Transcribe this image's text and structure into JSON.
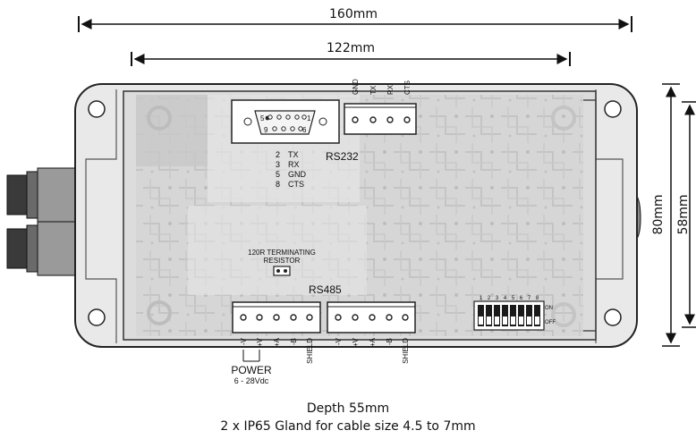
{
  "dimensions": {
    "top_width": "160mm",
    "inner_width": "122mm",
    "right_height": "80mm",
    "inner_height": "58mm"
  },
  "rs232": {
    "title": "RS232",
    "pins_header": [
      "GND",
      "TX",
      "RX",
      "CTS"
    ],
    "pinmap": [
      {
        "num": "2",
        "sig": "TX"
      },
      {
        "num": "3",
        "sig": "RX"
      },
      {
        "num": "5",
        "sig": "GND"
      },
      {
        "num": "8",
        "sig": "CTS"
      }
    ],
    "db9_top": [
      "5",
      "1"
    ],
    "db9_bottom": [
      "9",
      "6"
    ]
  },
  "rs485": {
    "title": "RS485",
    "terminating_line1": "120R TERMINATING",
    "terminating_line2": "RESISTOR"
  },
  "connector_left_pins": [
    "-V",
    "+V",
    "+A",
    "-B",
    "SHIELD"
  ],
  "connector_right_pins": [
    "-V",
    "+V",
    "+A",
    "-B",
    "SHIELD"
  ],
  "power": {
    "label": "POWER",
    "range": "6 - 28Vdc"
  },
  "dip": {
    "numbers": [
      "1",
      "2",
      "3",
      "4",
      "5",
      "6",
      "7",
      "8"
    ],
    "on": "ON",
    "off": "OFF"
  },
  "caption": {
    "line1": "Depth 55mm",
    "line2": "2 x IP65 Gland for cable size 4.5 to 7mm"
  }
}
